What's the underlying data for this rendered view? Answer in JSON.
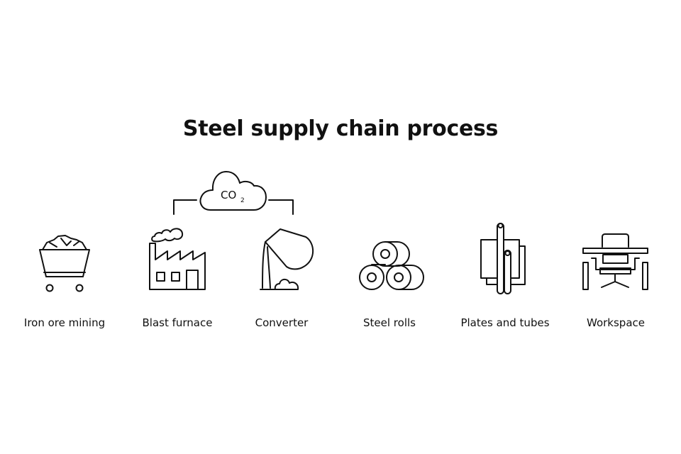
{
  "title": "Steel supply chain process",
  "emission": {
    "text": "CO",
    "subscript": "2"
  },
  "steps": [
    {
      "label": "Iron ore mining",
      "icon": "mine-cart-icon"
    },
    {
      "label": "Blast furnace",
      "icon": "factory-icon"
    },
    {
      "label": "Converter",
      "icon": "converter-ladle-icon"
    },
    {
      "label": "Steel rolls",
      "icon": "steel-rolls-icon"
    },
    {
      "label": "Plates and tubes",
      "icon": "plates-tubes-icon"
    },
    {
      "label": "Workspace",
      "icon": "desk-chair-icon"
    }
  ]
}
